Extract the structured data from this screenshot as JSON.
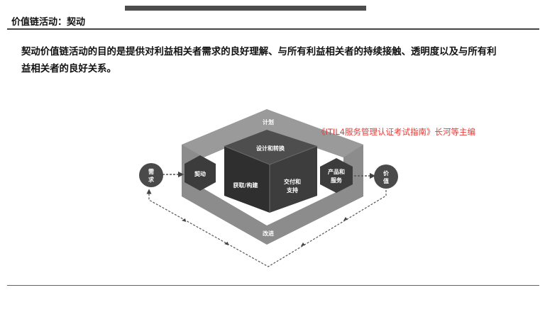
{
  "header": {
    "title": "价值链活动：契动"
  },
  "description": {
    "line1": "契动价值链活动的目的是提供对利益相关者需求的良好理解、与所有利益相关者的持续接触、透明度以及与所有利",
    "line2": "益相关者的良好关系。"
  },
  "diagram": {
    "plan": "计划",
    "improve": "改进",
    "engage": "契动",
    "design_transition": "设计和转换",
    "obtain_build": "获取/构建",
    "deliver_support": {
      "line1": "交付和",
      "line2": "支持"
    },
    "products_services": {
      "line1": "产品和",
      "line2": "服务"
    },
    "demand": {
      "line1": "需",
      "line2": "求"
    },
    "value": {
      "line1": "价",
      "line2": "值"
    }
  },
  "source_note": "《ITIL4服务管理认证考试指南》长河等主编",
  "colors": {
    "frame": "#8c8c8c",
    "cube_front": "#3a3a3a",
    "cube_top": "#4e4e4e",
    "hexagon": "#3c3c3c",
    "circle": "#4a4a4a",
    "source_note": "#e53935"
  }
}
